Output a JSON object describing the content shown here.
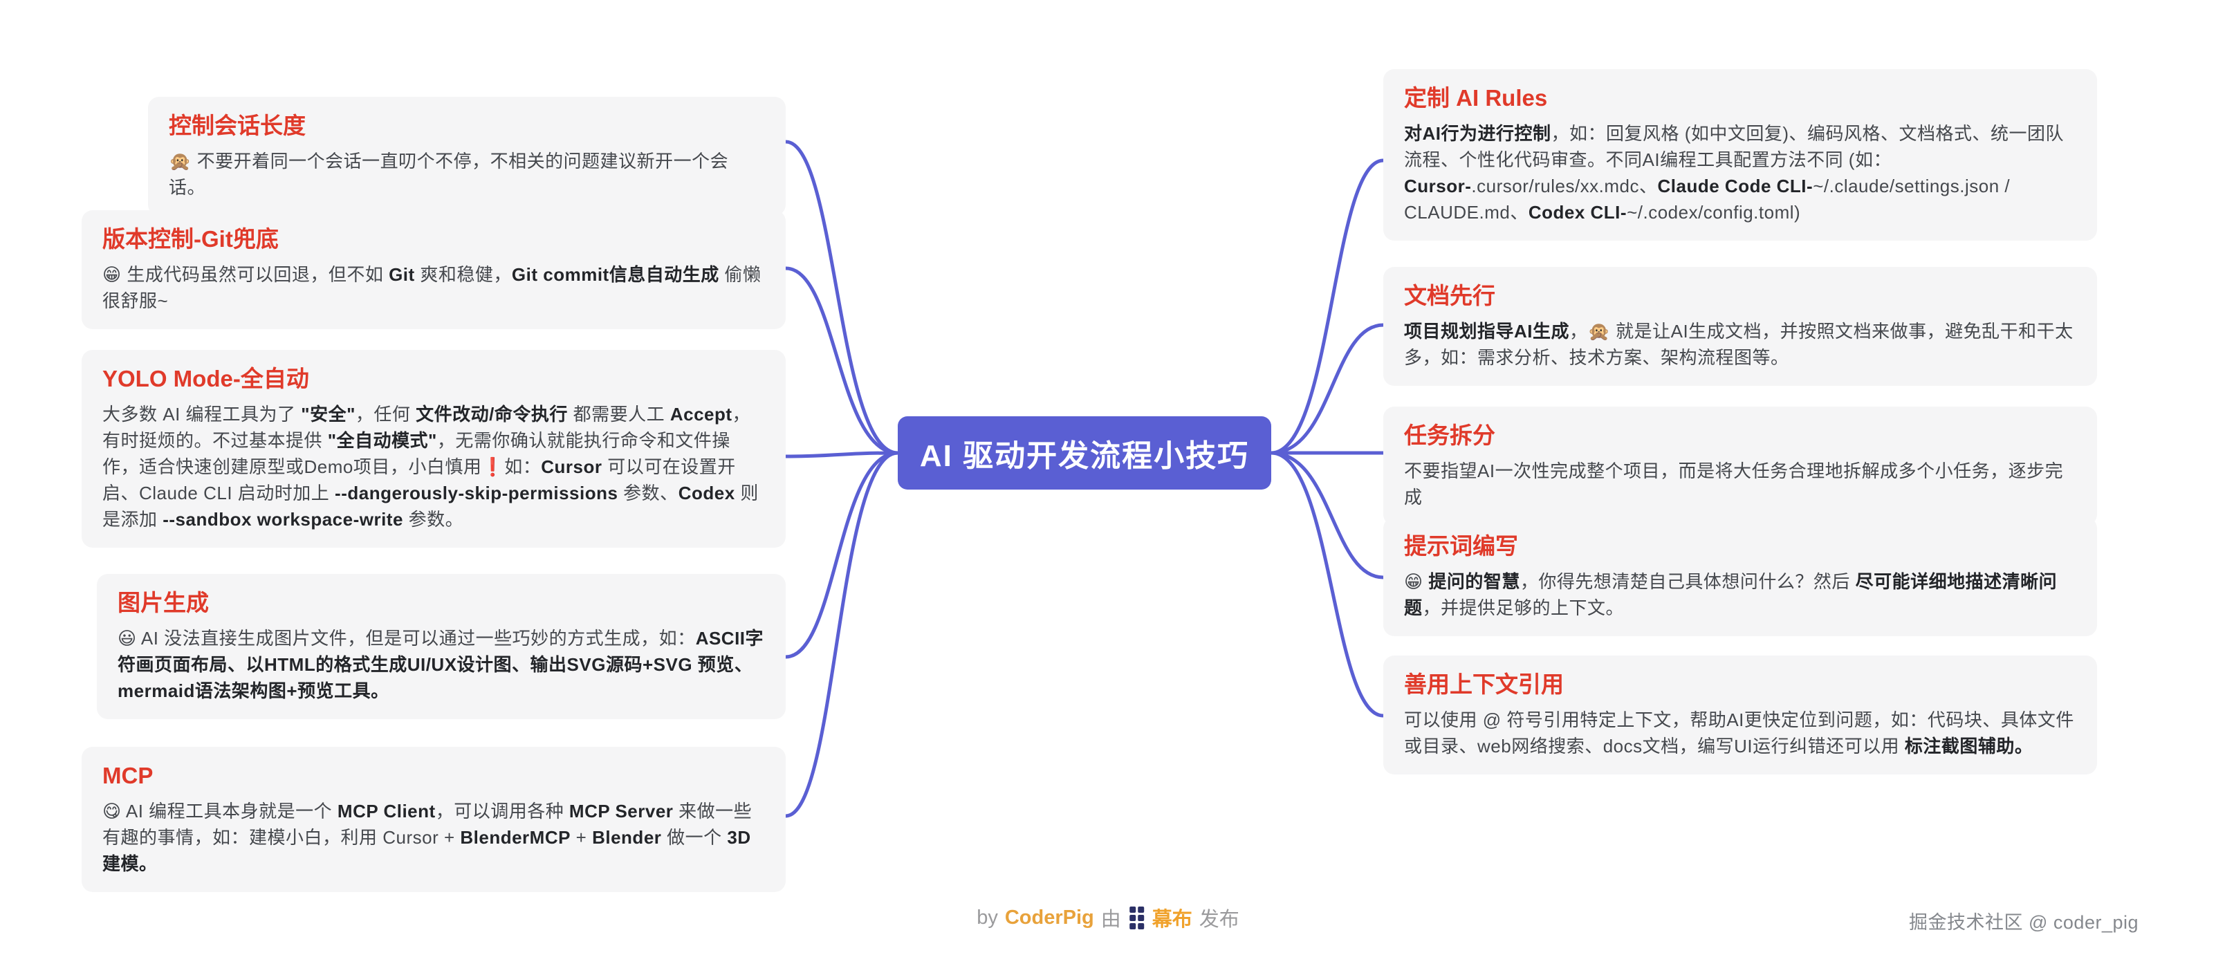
{
  "center": {
    "title": "AI 驱动开发流程小技巧"
  },
  "branches": {
    "left": [
      {
        "title": "控制会话长度",
        "content": [
          {
            "t": "🙊 不要开着同一个会话一直叨个不停，不相关的问题建议新开一个会话。",
            "b": false
          }
        ]
      },
      {
        "title": "版本控制-Git兜底",
        "content": [
          {
            "t": "😁 生成代码虽然可以回退，但不如 ",
            "b": false
          },
          {
            "t": "Git",
            "b": true
          },
          {
            "t": " 爽和稳健，",
            "b": false
          },
          {
            "t": "Git commit信息自动生成",
            "b": true
          },
          {
            "t": " 偷懒很舒服~",
            "b": false
          }
        ]
      },
      {
        "title": "YOLO Mode-全自动",
        "content": [
          {
            "t": "大多数 AI 编程工具为了 ",
            "b": false
          },
          {
            "t": "\"安全\"",
            "b": true
          },
          {
            "t": "，任何 ",
            "b": false
          },
          {
            "t": "文件改动/命令执行",
            "b": true
          },
          {
            "t": " 都需要人工 ",
            "b": false
          },
          {
            "t": "Accept",
            "b": true
          },
          {
            "t": "，有时挺烦的。不过基本提供 ",
            "b": false
          },
          {
            "t": "\"全自动模式\"",
            "b": true
          },
          {
            "t": "，无需你确认就能执行命令和文件操作，适合快速创建原型或Demo项目，小白慎用❗如：",
            "b": false
          },
          {
            "t": "Cursor",
            "b": true
          },
          {
            "t": " 可以可在设置开启、Claude CLI 启动时加上 ",
            "b": false
          },
          {
            "t": "--dangerously-skip-permissions",
            "b": true
          },
          {
            "t": " 参数、",
            "b": false
          },
          {
            "t": "Codex",
            "b": true
          },
          {
            "t": " 则是添加 ",
            "b": false
          },
          {
            "t": "--sandbox workspace-write",
            "b": true
          },
          {
            "t": " 参数。",
            "b": false
          }
        ]
      },
      {
        "title": "图片生成",
        "content": [
          {
            "t": "😃 AI 没法直接生成图片文件，但是可以通过一些巧妙的方式生成，如：",
            "b": false
          },
          {
            "t": "ASCII字符画页面布局、以HTML的格式生成UI/UX设计图、输出SVG源码+SVG 预览、mermaid语法架构图+预览工具。",
            "b": true
          }
        ]
      },
      {
        "title": "MCP",
        "content": [
          {
            "t": "😋 AI 编程工具本身就是一个 ",
            "b": false
          },
          {
            "t": "MCP Client",
            "b": true
          },
          {
            "t": "，可以调用各种 ",
            "b": false
          },
          {
            "t": "MCP Server",
            "b": true
          },
          {
            "t": " 来做一些有趣的事情，如：建模小白，利用 Cursor + ",
            "b": false
          },
          {
            "t": "BlenderMCP",
            "b": true
          },
          {
            "t": " + ",
            "b": false
          },
          {
            "t": "Blender",
            "b": true
          },
          {
            "t": " 做一个 ",
            "b": false
          },
          {
            "t": "3D建模。",
            "b": true
          }
        ]
      }
    ],
    "right": [
      {
        "title": "定制 AI Rules",
        "content": [
          {
            "t": "对AI行为进行控制",
            "b": true
          },
          {
            "t": "，如：回复风格 (如中文回复)、编码风格、文档格式、统一团队流程、个性化代码审查。不同AI编程工具配置方法不同 (如：",
            "b": false
          },
          {
            "t": "Cursor-",
            "b": true
          },
          {
            "t": ".cursor/rules/xx.mdc、",
            "b": false
          },
          {
            "t": "Claude Code CLI-",
            "b": true
          },
          {
            "t": "~/.claude/settings.json / CLAUDE.md、",
            "b": false
          },
          {
            "t": "Codex CLI-",
            "b": true
          },
          {
            "t": "~/.codex/config.toml)",
            "b": false
          }
        ]
      },
      {
        "title": "文档先行",
        "content": [
          {
            "t": "项目规划指导AI生成",
            "b": true
          },
          {
            "t": "，🙊 就是让AI生成文档，并按照文档来做事，避免乱干和干太多，如：需求分析、技术方案、架构流程图等。",
            "b": false
          }
        ]
      },
      {
        "title": "任务拆分",
        "content": [
          {
            "t": "不要指望AI一次性完成整个项目，而是将大任务合理地拆解成多个小任务，逐步完成",
            "b": false
          }
        ]
      },
      {
        "title": "提示词编写",
        "content": [
          {
            "t": "😁 ",
            "b": false
          },
          {
            "t": "提问的智慧",
            "b": true
          },
          {
            "t": "，你得先想清楚自己具体想问什么？然后 ",
            "b": false
          },
          {
            "t": "尽可能详细地描述清晰问题",
            "b": true
          },
          {
            "t": "，并提供足够的上下文。",
            "b": false
          }
        ]
      },
      {
        "title": "善用上下文引用",
        "content": [
          {
            "t": "可以使用 @ 符号引用特定上下文，帮助AI更快定位到问题，如：代码块、具体文件或目录、web网络搜索、docs文档，编写UI运行纠错还可以用 ",
            "b": false
          },
          {
            "t": "标注截图辅助。",
            "b": true
          }
        ]
      }
    ]
  },
  "footer": {
    "by": "by",
    "author": "CoderPig",
    "via": "由",
    "platform_icon": "mubu-logo",
    "platform": "幕布",
    "publish": "发布"
  },
  "watermark": "掘金技术社区 @ coder_pig",
  "colors": {
    "accent_purple": "#5a5fd3",
    "title_red": "#e03a2a",
    "card_bg": "#f5f5f6",
    "author_orange": "#e8a23b",
    "platform_orange": "#f0a22c"
  }
}
